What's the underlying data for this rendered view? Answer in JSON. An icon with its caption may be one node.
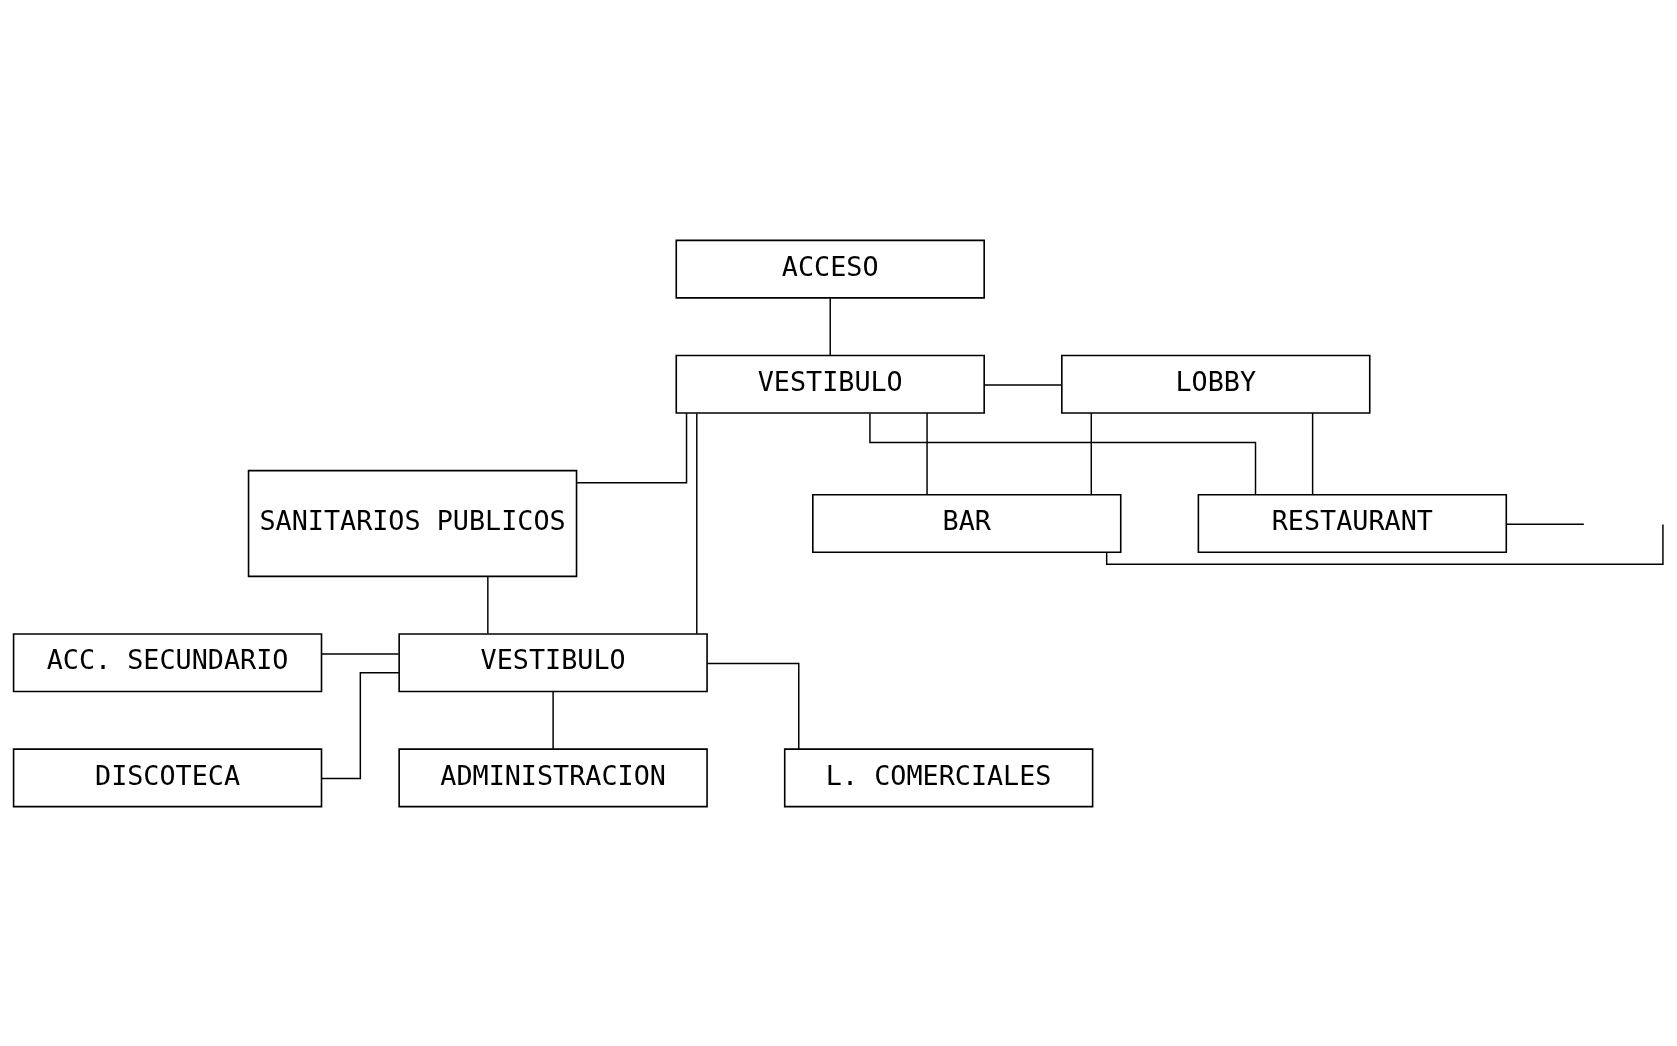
{
  "diagram": {
    "nodes": [
      {
        "text": [
          "ACCESO"
        ]
      },
      {
        "text": [
          "SANITARIOS PUBLICOS"
        ]
      },
      {
        "text": [
          "RESTAURANT"
        ]
      },
      {
        "text": [
          "VESTIBULO"
        ]
      },
      {
        "text": [
          "LOBBY"
        ]
      },
      {
        "text": [
          "BAR"
        ]
      },
      {
        "text": [
          "ACC. SECUNDARIO"
        ]
      },
      {
        "text": [
          "VESTIBULO"
        ]
      },
      {
        "text": [
          "DISCOTECA"
        ]
      },
      {
        "text": [
          "ADMINISTRACION"
        ]
      },
      {
        "text": [
          "L. COMERCIALES"
        ]
      }
    ],
    "edges": [
      {
        "from": 0,
        "to": 3,
        "arrow": "none"
      },
      {
        "from": 1,
        "to": 3,
        "arrow": "none"
      },
      {
        "from": 3,
        "to": 2,
        "arrow": "none"
      },
      {
        "from": 3,
        "to": 4,
        "arrow": "none"
      },
      {
        "from": 2,
        "to": 4,
        "arrow": "none"
      },
      {
        "from": 4,
        "to": 5,
        "arrow": "none"
      },
      {
        "from": 3,
        "to": 5,
        "arrow": "none"
      },
      {
        "from": 1,
        "to": 7,
        "arrow": "none"
      },
      {
        "from": 3,
        "to": 7,
        "arrow": "none"
      },
      {
        "from": 6,
        "to": 7,
        "arrow": "none"
      },
      {
        "from": 7,
        "to": 8,
        "arrow": "none"
      },
      {
        "from": 7,
        "to": 9,
        "arrow": "none"
      },
      {
        "from": 7,
        "to": 10,
        "arrow": "none"
      },
      {
        "from": 2,
        "to": null,
        "arrow": "none"
      },
      {
        "from": 5,
        "to": null,
        "arrow": "none"
      }
    ]
  }
}
